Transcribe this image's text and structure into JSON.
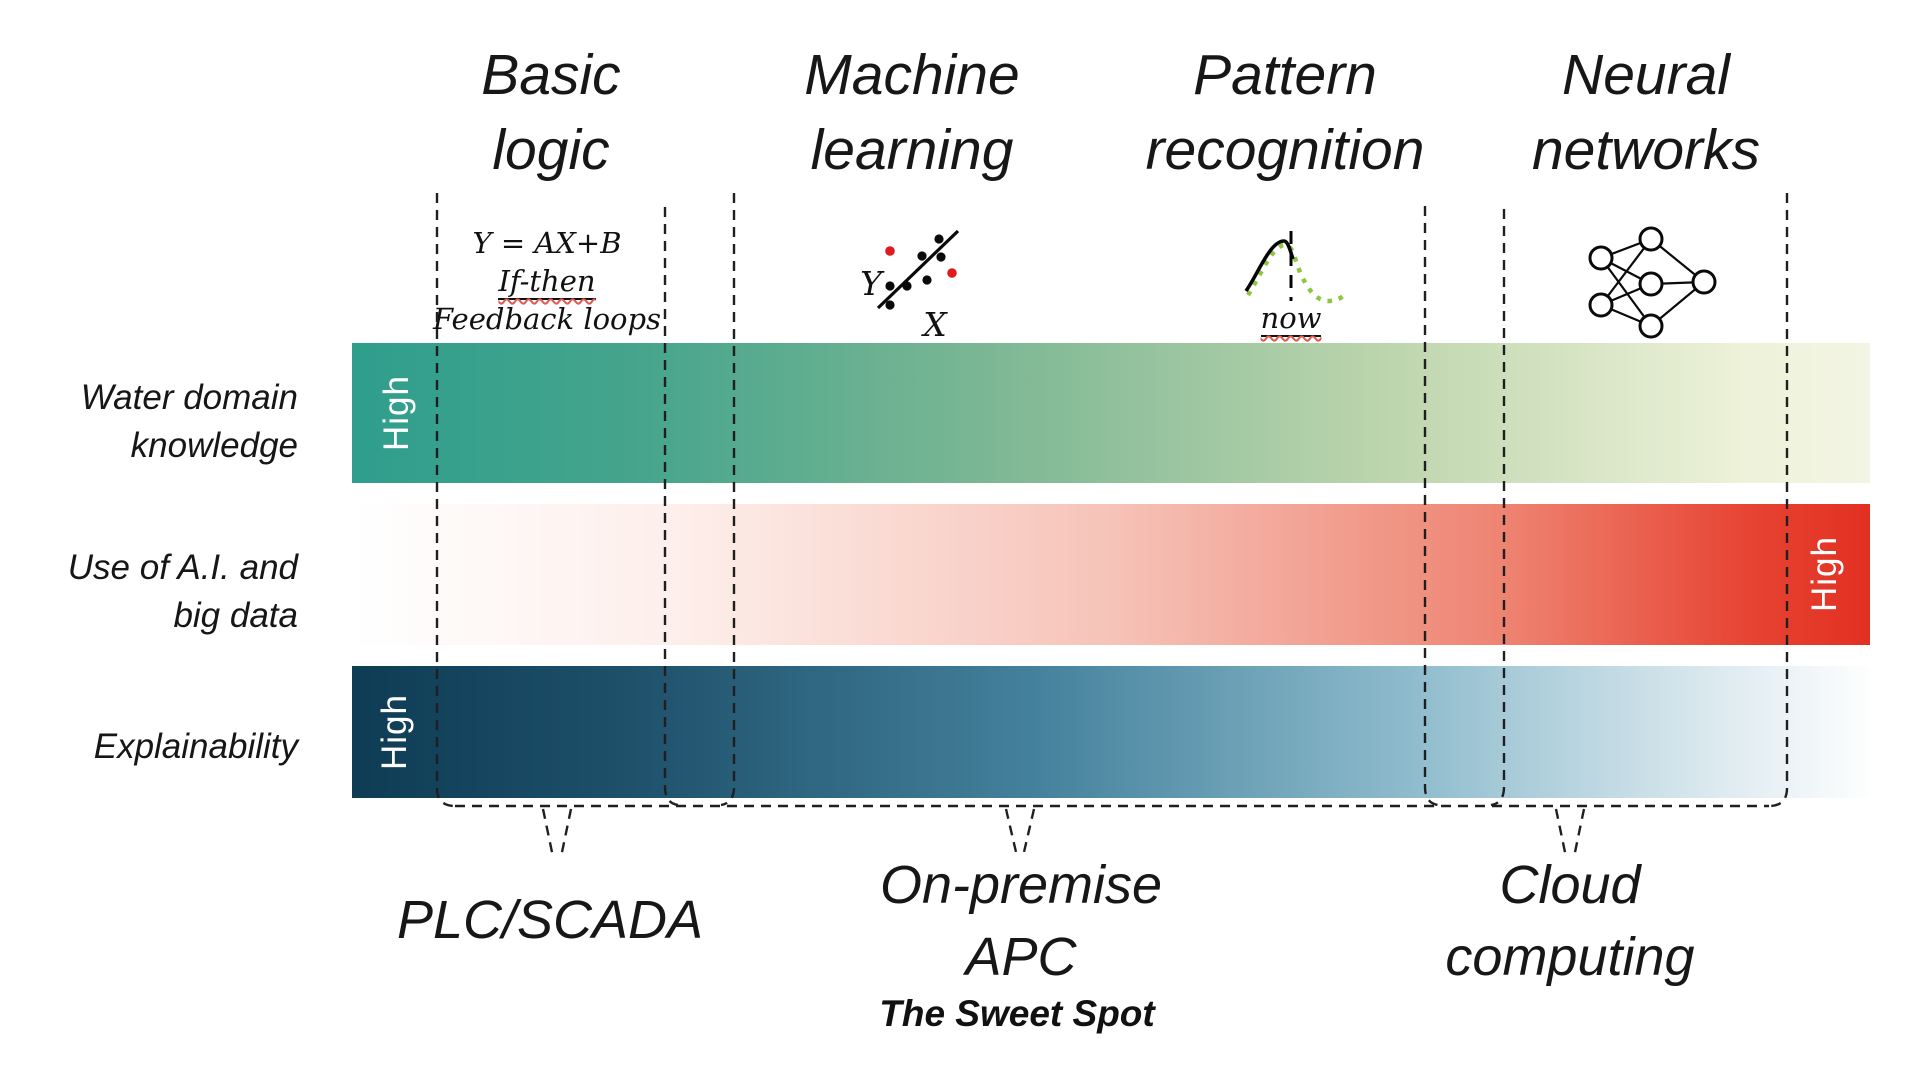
{
  "columns": [
    {
      "title_line1": "Basic",
      "title_line2": "logic",
      "notes": [
        "Y = AX+B",
        "If-then",
        "Feedback loops"
      ]
    },
    {
      "title_line1": "Machine",
      "title_line2": "learning",
      "axis_y": "Y",
      "axis_x": "X"
    },
    {
      "title_line1": "Pattern",
      "title_line2": "recognition",
      "caption": "now"
    },
    {
      "title_line1": "Neural",
      "title_line2": "networks"
    }
  ],
  "rows": [
    {
      "label_line1": "Water domain",
      "label_line2": "knowledge",
      "high": "High",
      "high_side": "left",
      "stops": [
        "#2f9e8d 0%",
        "#44a48c 18%",
        "#7cb794 42%",
        "#bcd5ad 68%",
        "#eef2d9 92%",
        "#f3f5e4 100%"
      ]
    },
    {
      "label_line1": "Use of A.I. and",
      "label_line2": "big data",
      "high": "High",
      "high_side": "right",
      "stops": [
        "#ffffff 0%",
        "#fdeeea 22%",
        "#f6c3b8 50%",
        "#ee8371 76%",
        "#e74433 92%",
        "#e23022 100%"
      ]
    },
    {
      "label_line1": "Explainability",
      "high": "High",
      "high_side": "left",
      "stops": [
        "#0e3c55 0%",
        "#1e506a 18%",
        "#44819c 45%",
        "#8fbccd 70%",
        "#ddeaf0 90%",
        "#fdfefe 100%"
      ]
    }
  ],
  "regions": [
    {
      "line1": "PLC/SCADA"
    },
    {
      "line1": "On-premise",
      "line2": "APC"
    },
    {
      "line1": "Cloud",
      "line2": "computing"
    }
  ],
  "footer": {
    "sweet_spot": "The Sweet Spot"
  },
  "icons": {
    "column2": "scatter-plot-icon",
    "column3": "forecast-curve-icon",
    "column4": "neural-network-icon"
  },
  "colors": {
    "teal_high": "#2f9e8d",
    "green_low": "#f3f5e4",
    "red_high": "#e23022",
    "red_low": "#ffffff",
    "navy_high": "#0e3c55",
    "blue_low": "#fdfefe",
    "scatter_outlier_red": "#e01b1b",
    "forecast_green": "#8dc63f",
    "dashed_line": "#1f1f1f",
    "text": "#171717",
    "high_label_text": "#ffffff"
  }
}
